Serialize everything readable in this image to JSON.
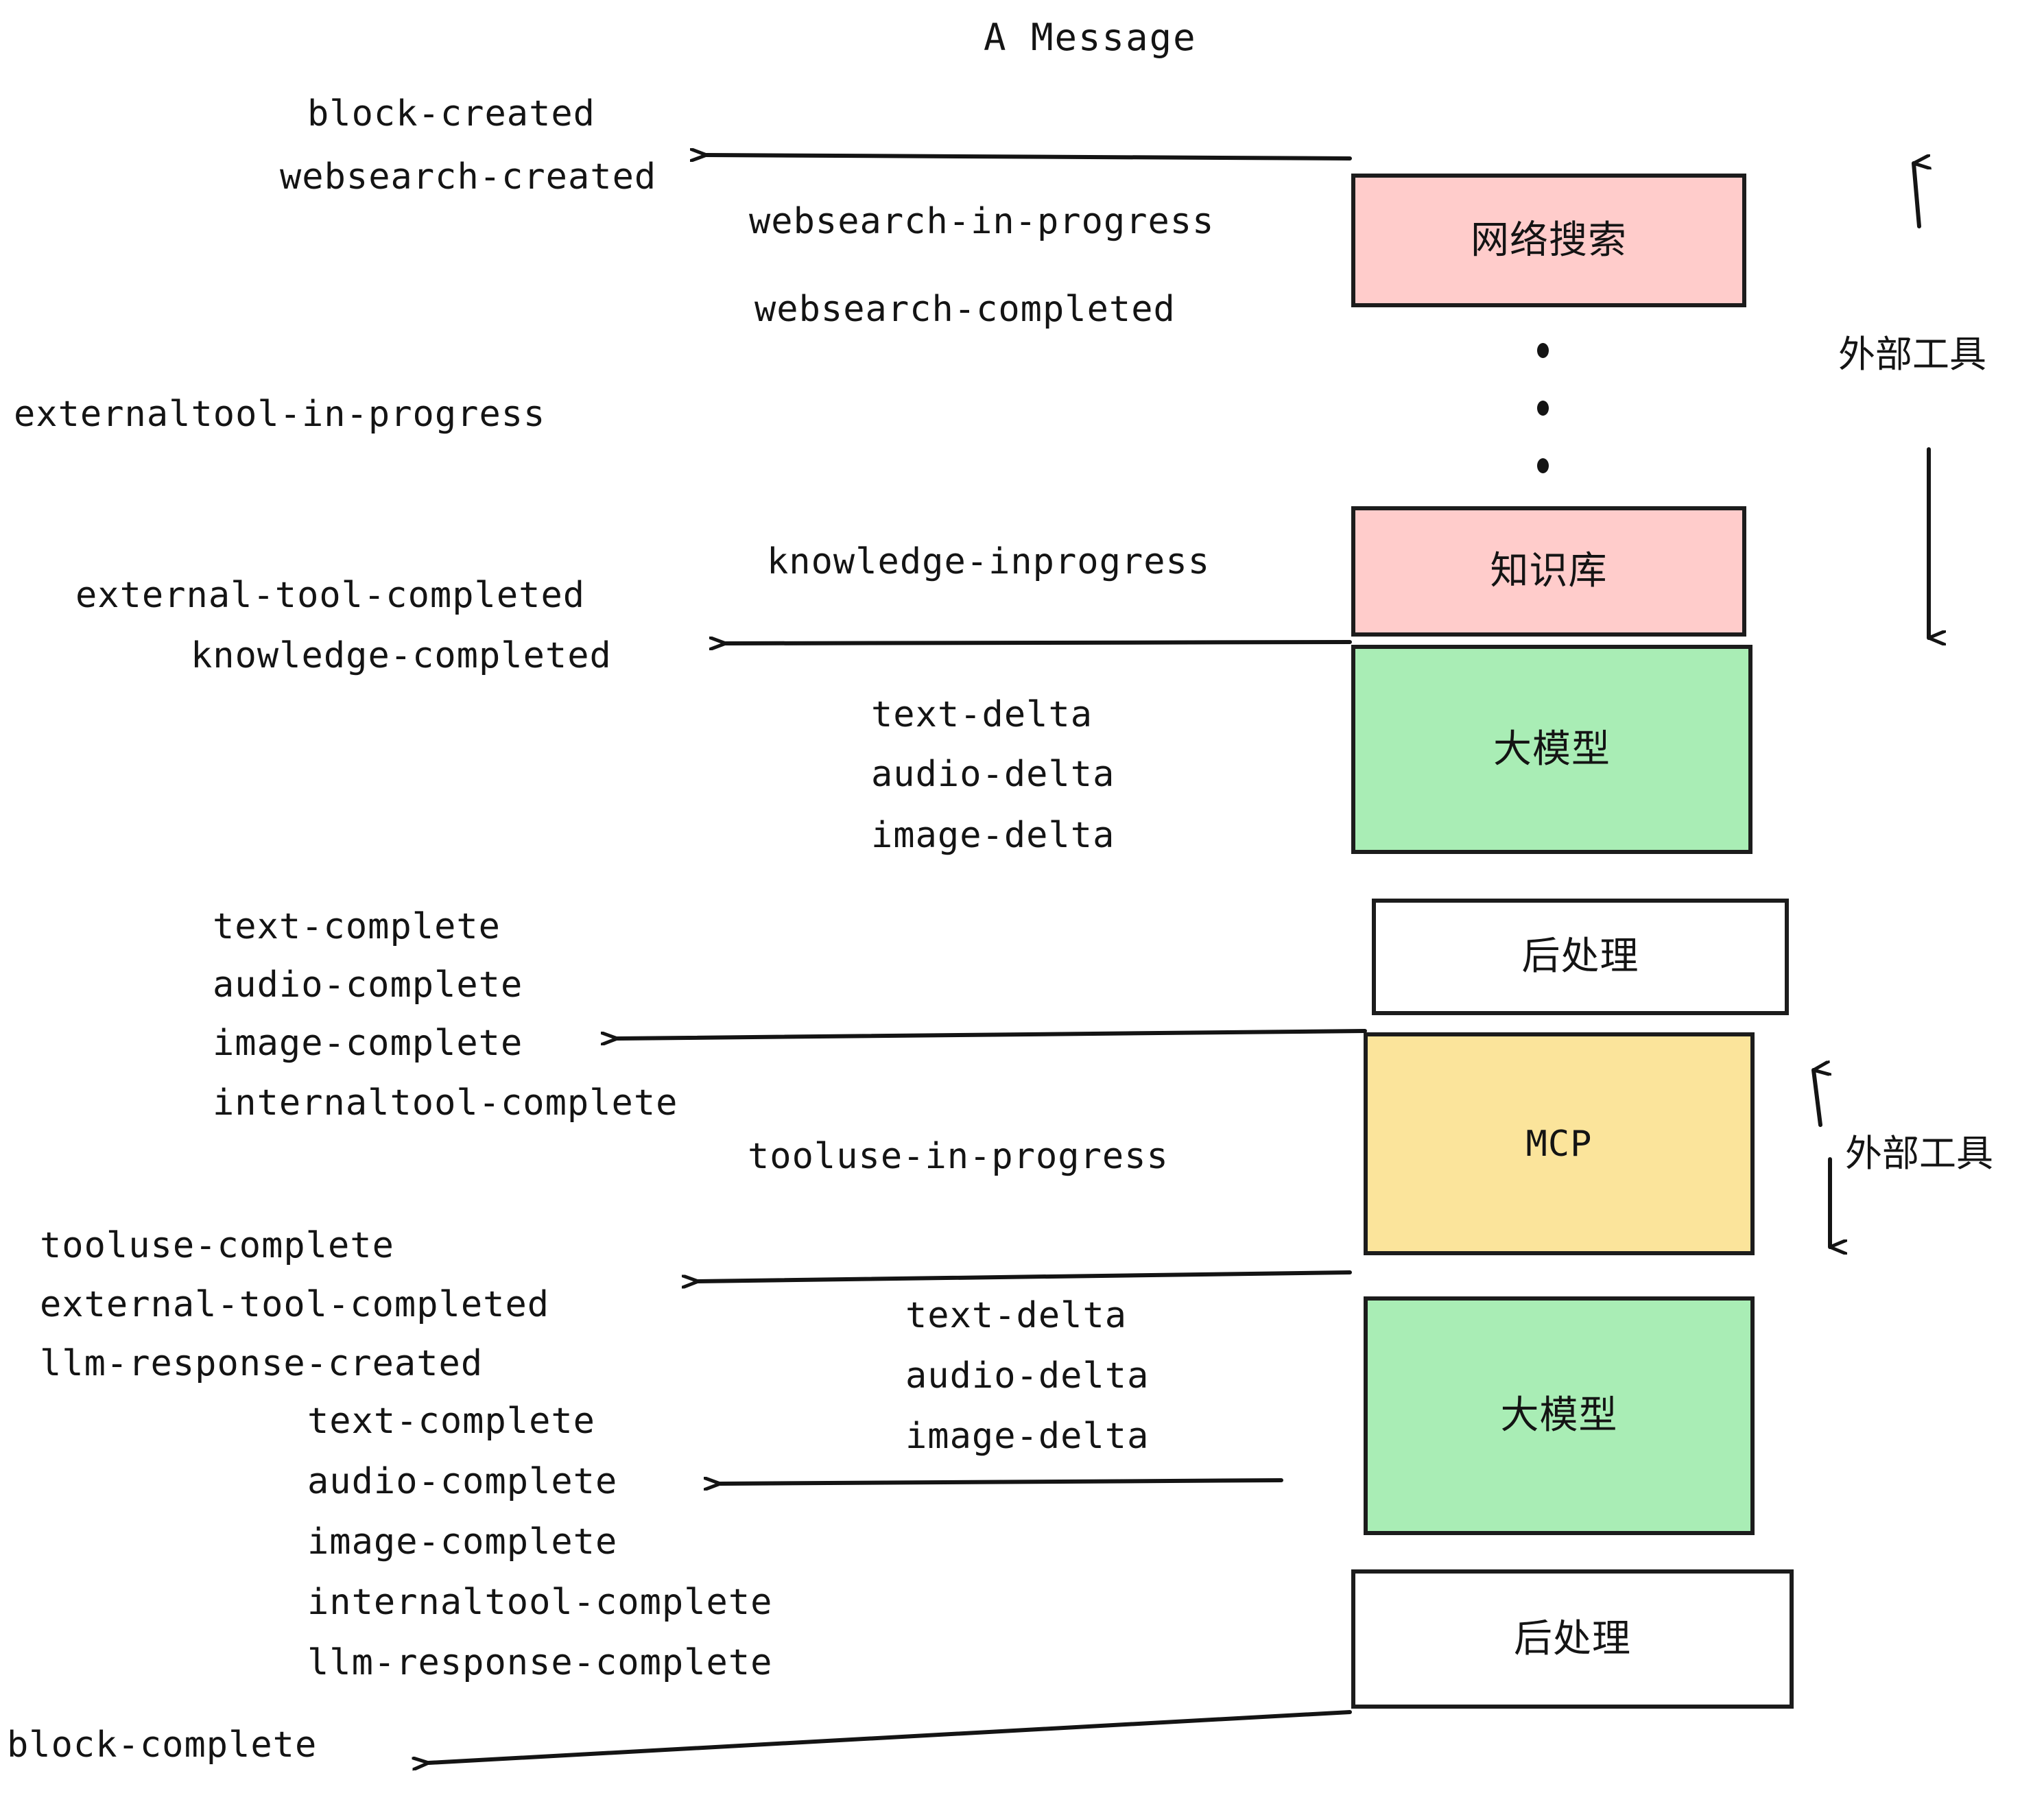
{
  "diagram": {
    "title": "A Message",
    "colors": {
      "pink": "#FFCCCB",
      "green": "#A9EDB5",
      "yellow": "#FBE49B",
      "white": "#FFFFFF",
      "stroke": "#1C1C1C",
      "text": "#141414"
    },
    "nodes": [
      {
        "id": "websearch",
        "label": "网络搜索",
        "fill": "#FFCCCB",
        "script": "cjk"
      },
      {
        "id": "knowledge",
        "label": "知识库",
        "fill": "#FFCCCB",
        "script": "cjk"
      },
      {
        "id": "llm-top",
        "label": "大模型",
        "fill": "#A9EDB5",
        "script": "cjk"
      },
      {
        "id": "postprocess-top",
        "label": "后处理",
        "fill": "#FFFFFF",
        "script": "cjk"
      },
      {
        "id": "mcp",
        "label": "MCP",
        "fill": "#FBE49B",
        "script": "latin"
      },
      {
        "id": "llm-bottom",
        "label": "大模型",
        "fill": "#A9EDB5",
        "script": "cjk"
      },
      {
        "id": "postprocess-bottom",
        "label": "后处理",
        "fill": "#FFFFFF",
        "script": "cjk"
      }
    ],
    "side_annotations": [
      {
        "id": "external-tool-top",
        "label": "外部工具"
      },
      {
        "id": "external-tool-bottom",
        "label": "外部工具"
      }
    ],
    "events": [
      {
        "id": "block-created",
        "text": "block-created"
      },
      {
        "id": "websearch-created",
        "text": "websearch-created"
      },
      {
        "id": "websearch-in-progress",
        "text": "websearch-in-progress"
      },
      {
        "id": "websearch-completed",
        "text": "websearch-completed"
      },
      {
        "id": "externaltool-in-progress",
        "text": "externaltool-in-progress"
      },
      {
        "id": "knowledge-inprogress",
        "text": "knowledge-inprogress"
      },
      {
        "id": "external-tool-completed-1",
        "text": "external-tool-completed"
      },
      {
        "id": "knowledge-completed",
        "text": "knowledge-completed"
      },
      {
        "id": "text-delta-1",
        "text": "text-delta"
      },
      {
        "id": "audio-delta-1",
        "text": "audio-delta"
      },
      {
        "id": "image-delta-1",
        "text": "image-delta"
      },
      {
        "id": "text-complete-1",
        "text": "text-complete"
      },
      {
        "id": "audio-complete-1",
        "text": "audio-complete"
      },
      {
        "id": "image-complete-1",
        "text": "image-complete"
      },
      {
        "id": "internaltool-complete-1",
        "text": "internaltool-complete"
      },
      {
        "id": "tooluse-in-progress",
        "text": "tooluse-in-progress"
      },
      {
        "id": "tooluse-complete",
        "text": "tooluse-complete"
      },
      {
        "id": "external-tool-completed-2",
        "text": "external-tool-completed"
      },
      {
        "id": "llm-response-created",
        "text": "llm-response-created"
      },
      {
        "id": "text-delta-2",
        "text": "text-delta"
      },
      {
        "id": "audio-delta-2",
        "text": "audio-delta"
      },
      {
        "id": "image-delta-2",
        "text": "image-delta"
      },
      {
        "id": "text-complete-2",
        "text": "text-complete"
      },
      {
        "id": "audio-complete-2",
        "text": "audio-complete"
      },
      {
        "id": "image-complete-2",
        "text": "image-complete"
      },
      {
        "id": "internaltool-complete-2",
        "text": "internaltool-complete"
      },
      {
        "id": "llm-response-complete",
        "text": "llm-response-complete"
      },
      {
        "id": "block-complete",
        "text": "block-complete"
      }
    ],
    "ellipsis": {
      "id": "vertical-ellipsis",
      "dot_count": 3
    }
  }
}
